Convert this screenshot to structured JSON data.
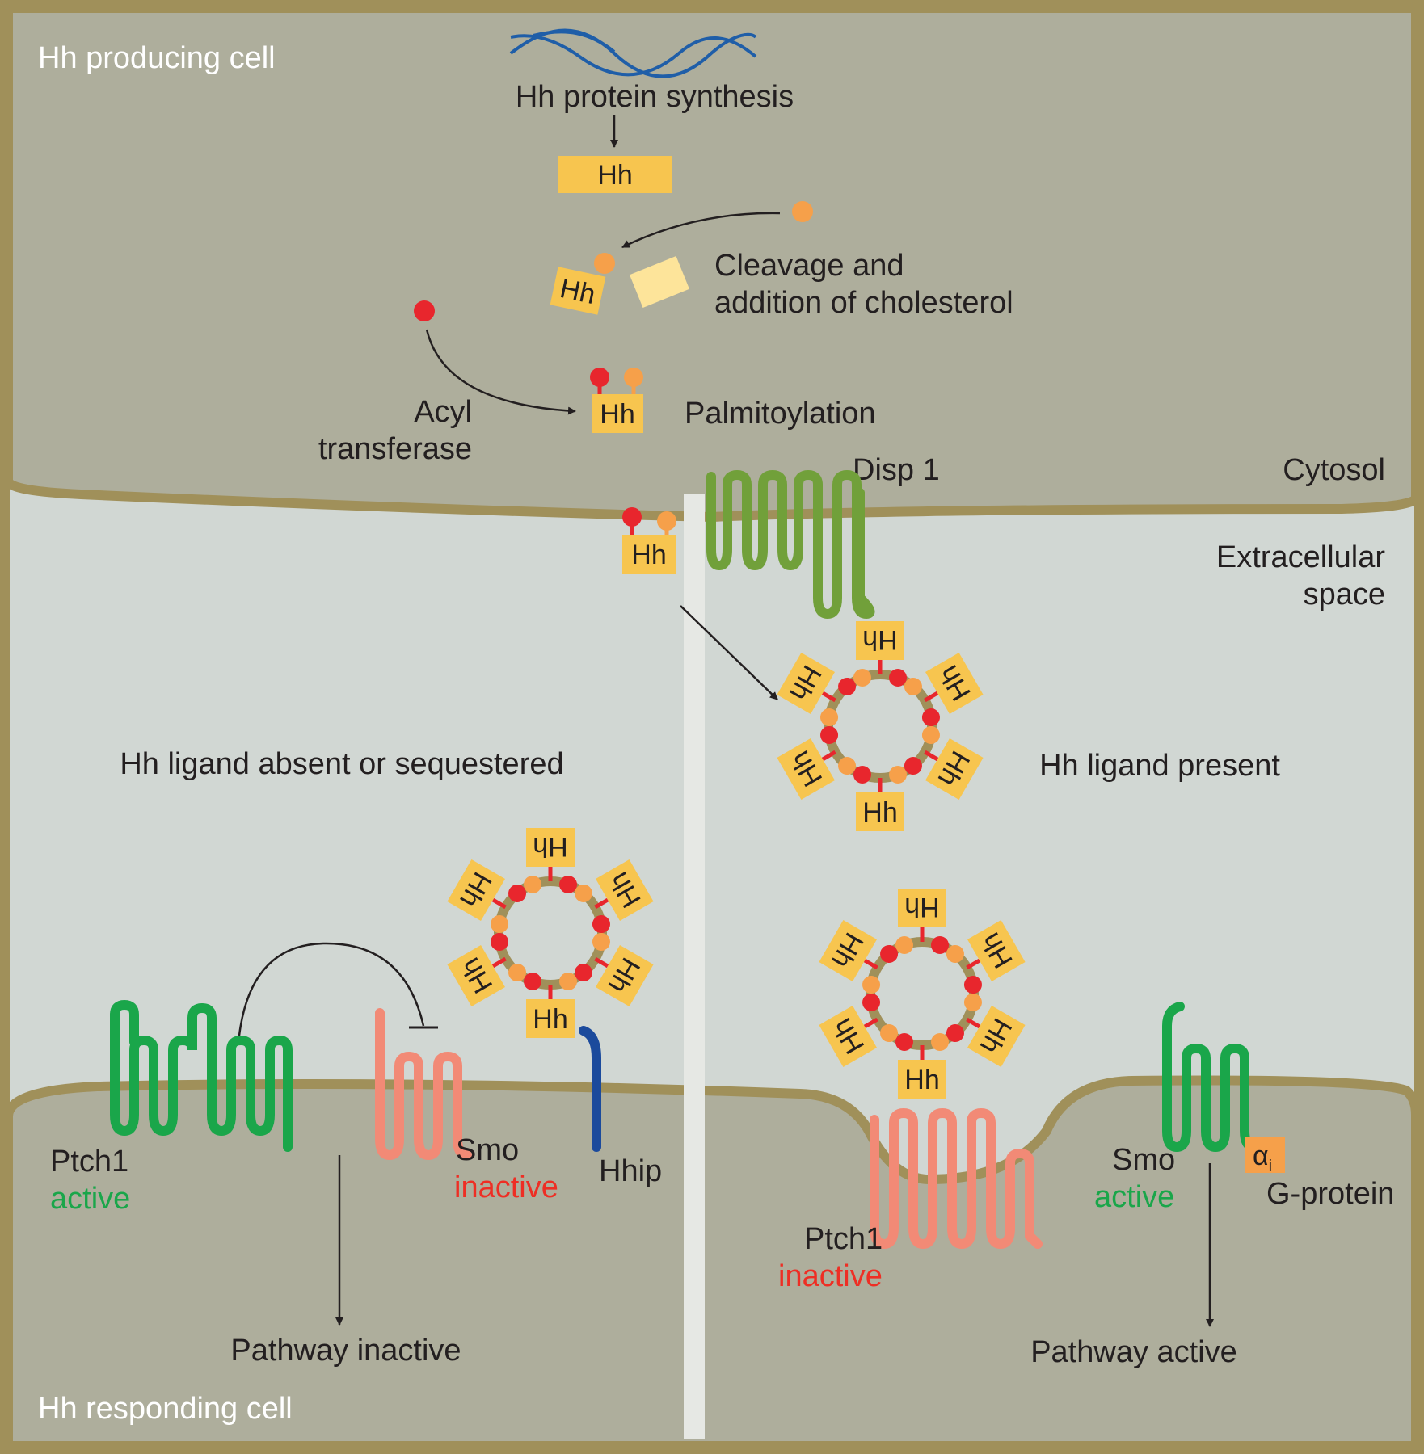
{
  "cells": {
    "producing": "Hh producing cell",
    "responding": "Hh responding cell"
  },
  "compartments": {
    "cytosol": "Cytosol",
    "extracellular_line1": "Extracellular",
    "extracellular_line2": "space"
  },
  "synthesis": {
    "step1": "Hh protein synthesis",
    "hh": "Hh",
    "step2_line1": "Cleavage and",
    "step2_line2": "addition of cholesterol",
    "enzyme_line1": "Acyl",
    "enzyme_line2": "transferase",
    "step3": "Palmitoylation",
    "disp": "Disp 1"
  },
  "conditions": {
    "absent": "Hh ligand absent or sequestered",
    "present": "Hh ligand present"
  },
  "left": {
    "ptch1": "Ptch1",
    "ptch1_state": "active",
    "smo": "Smo",
    "smo_state": "inactive",
    "hhip": "Hhip",
    "outcome": "Pathway inactive"
  },
  "right": {
    "ptch1": "Ptch1",
    "ptch1_state": "inactive",
    "smo": "Smo",
    "smo_state": "active",
    "galpha": "α",
    "galpha_sub": "i",
    "gprotein": "G-protein",
    "outcome": "Pathway active"
  },
  "colors": {
    "cytosol": "#aeae9c",
    "extracellular": "#d1d7d3",
    "membrane": "#a0905a",
    "hh_box": "#f7c54f",
    "cholesterol": "#f6a04a",
    "palmitate": "#e8262d",
    "active_green": "#1aa64a",
    "inactive_salmon": "#f28a76",
    "disp_green": "#71a03a",
    "hhip_blue": "#1b4a9c"
  }
}
